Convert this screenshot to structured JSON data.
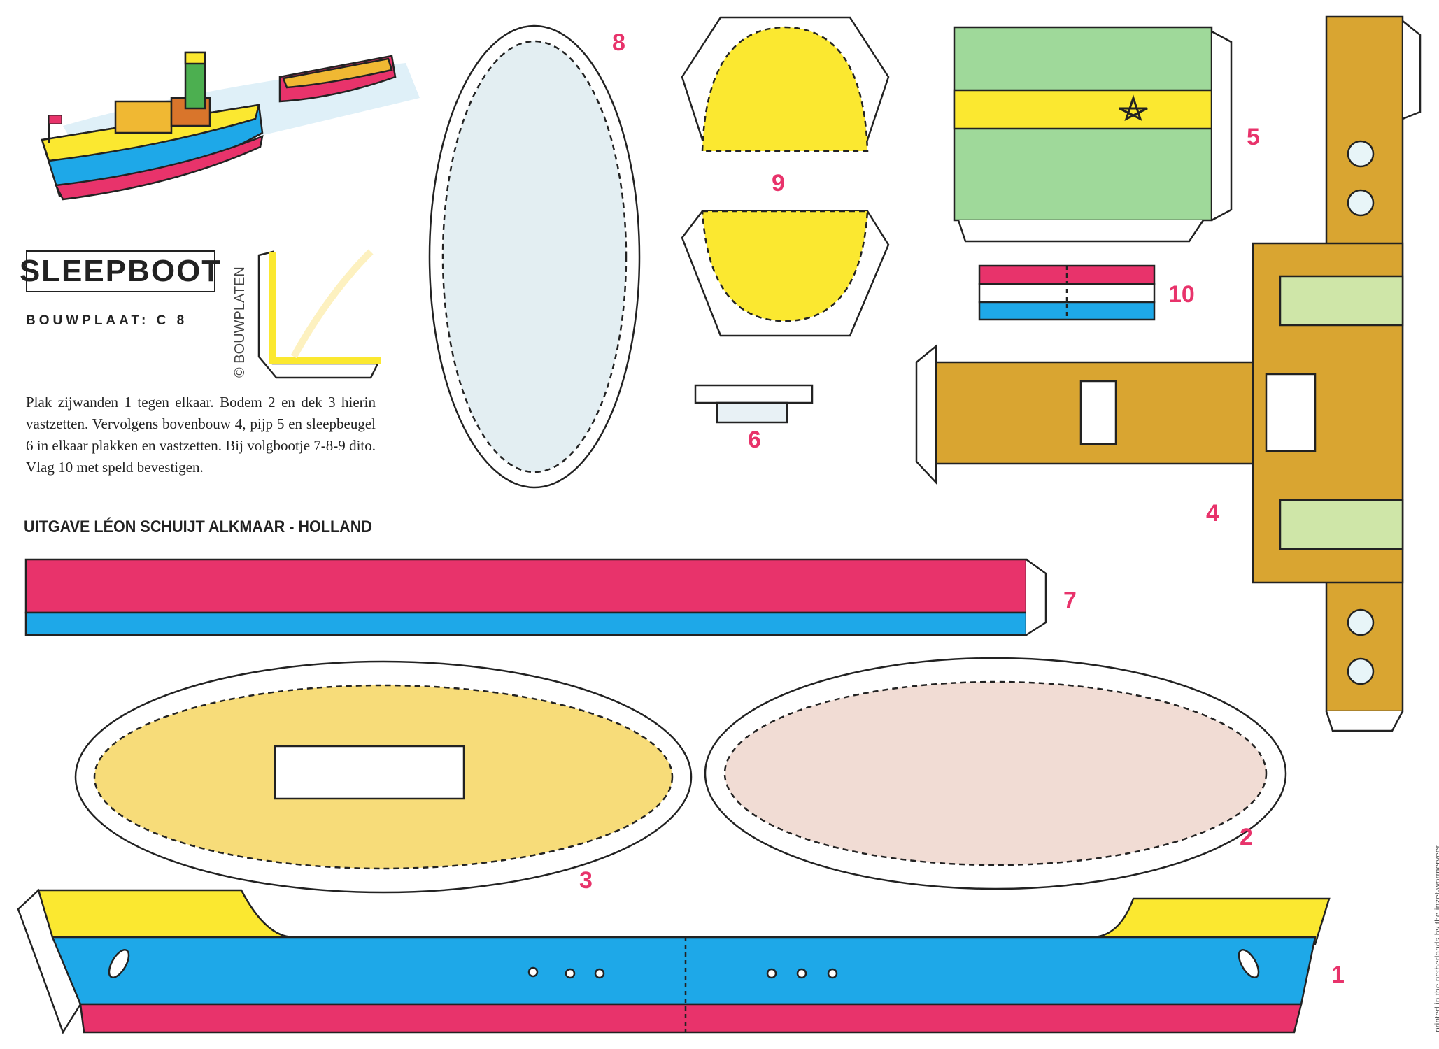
{
  "title": "SLEEPBOOT",
  "plate": "BOUWPLAAT: C 8",
  "logo_text": "© BOUWPLATEN",
  "instructions": "Plak zijwanden 1 tegen elkaar. Bodem 2 en dek 3 hierin vastzetten. Vervolgens bovenbouw 4, pijp 5 en sleepbeugel 6 in elkaar plakken en vastzetten. Bij volgbootje 7-8-9 dito. Vlag 10 met speld bevestigen.",
  "publisher": "UITGAVE LÉON SCHUIJT ALKMAAR - HOLLAND",
  "footer": "printed in the netherlands by the inzet-wormerveer",
  "parts": {
    "p1": "1",
    "p2": "2",
    "p3": "3",
    "p4": "4",
    "p5": "5",
    "p6": "6",
    "p7": "7",
    "p8": "8",
    "p9": "9",
    "p10": "10"
  },
  "colors": {
    "pink": "#e8336b",
    "blue": "#1ea8e8",
    "yellow": "#fbe830",
    "ochre": "#d9a531",
    "green": "#9fd99a",
    "number": "#e8336b"
  }
}
